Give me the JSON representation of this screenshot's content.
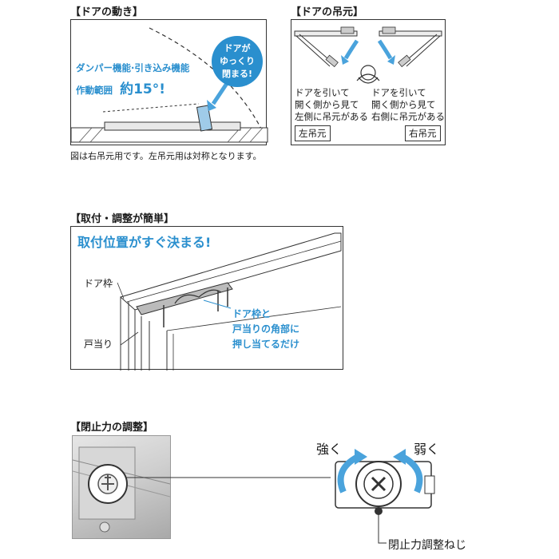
{
  "sections": {
    "door_motion": {
      "heading": "【ドアの動き】",
      "damper_label": "ダンパー機能·引き込み機能",
      "range_label": "作動範囲",
      "range_value": "約15°!",
      "bubble_line1": "ドアが",
      "bubble_line2": "ゆっくり",
      "bubble_line3": "閉まる!",
      "footnote": "図は右吊元用です。左吊元用は対称となります。"
    },
    "hinge_side": {
      "heading": "【ドアの吊元】",
      "left_desc": [
        "ドアを引いて",
        "開く側から見て",
        "左側に吊元がある"
      ],
      "right_desc": [
        "ドアを引いて",
        "開く側から見て",
        "右側に吊元がある"
      ],
      "left_tag": "左吊元",
      "right_tag": "右吊元"
    },
    "install": {
      "heading": "【取付・調整が簡単】",
      "headline": "取付位置がすぐ決まる!",
      "door_frame_label": "ドア枠",
      "door_stop_label": "戸当り",
      "callout": [
        "ドア枠と",
        "戸当りの角部に",
        "押し当てるだけ"
      ]
    },
    "closing_force": {
      "heading": "【閉止力の調整】",
      "strong_label": "強く",
      "weak_label": "弱く",
      "screw_label": "閉止力調整ねじ"
    }
  },
  "colors": {
    "accent": "#2a8fce",
    "arrow": "#4aa3dc",
    "line": "#333333"
  }
}
